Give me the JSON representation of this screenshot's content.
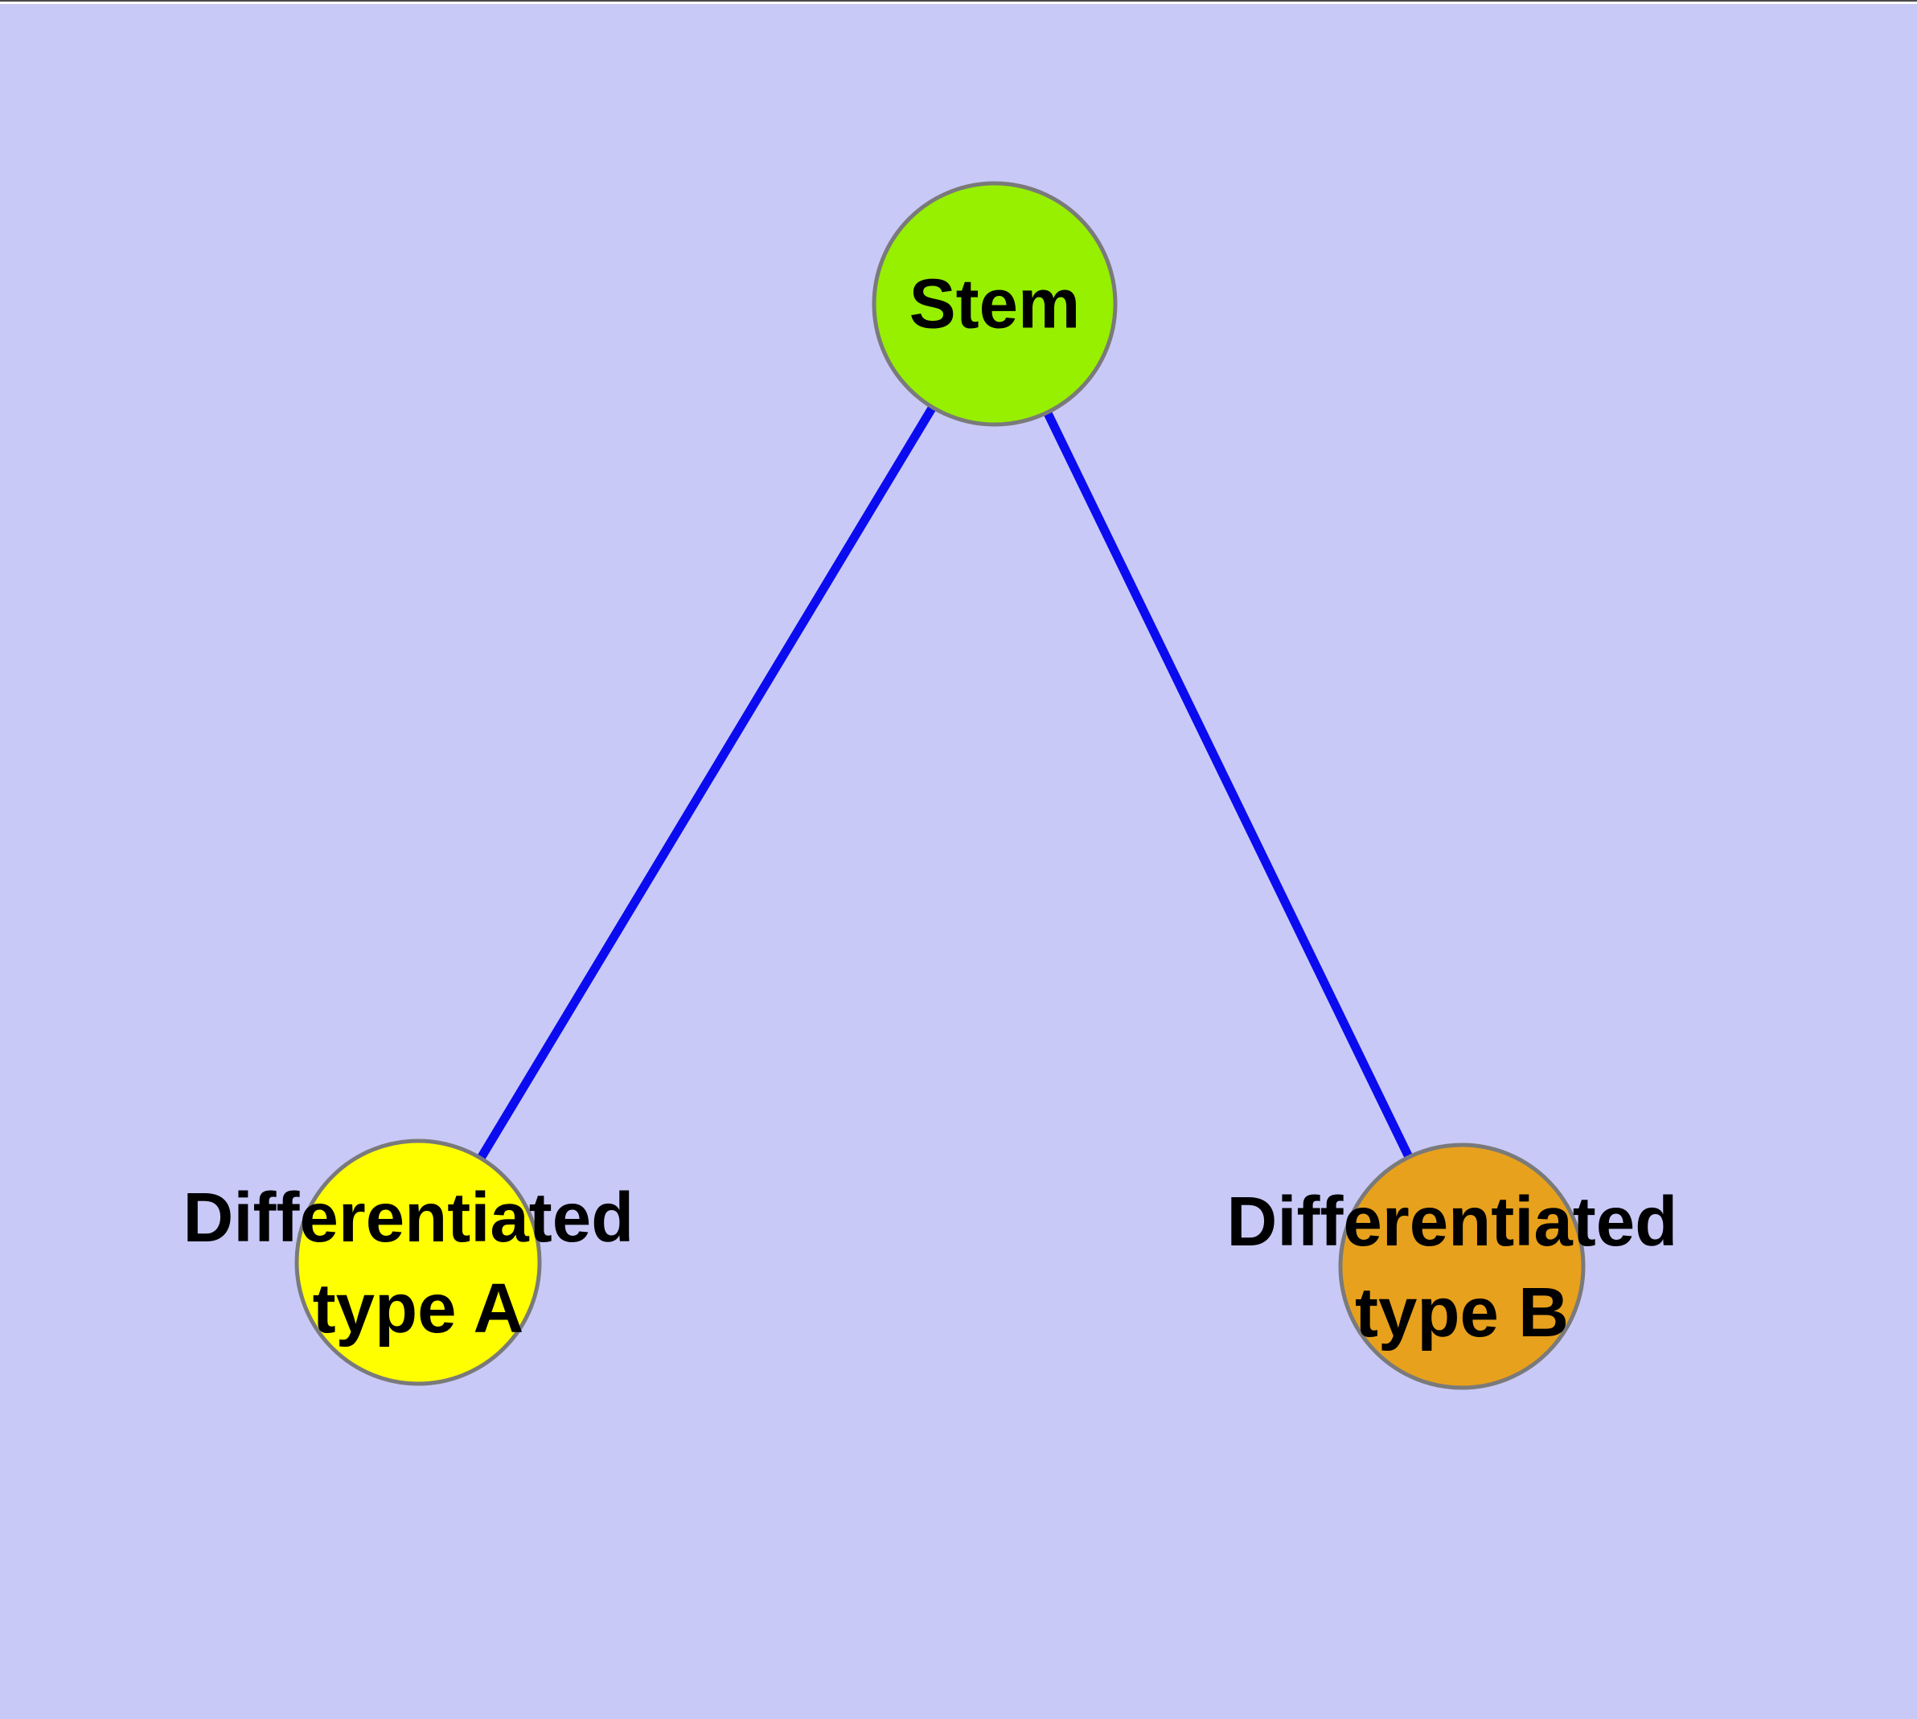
{
  "diagram": {
    "background_color": "#C9C9F8",
    "edge_color": "#0B0BF0",
    "node_border_color": "#7A7A7A",
    "label_color": "#000000",
    "nodes": [
      {
        "id": "stem",
        "label": "Stem",
        "line1": "Stem",
        "line2": "",
        "fill": "#96F000"
      },
      {
        "id": "type-a",
        "label": "Differentiated type A",
        "line1": "Differentiated",
        "line2": "type A",
        "fill": "#FFFF00"
      },
      {
        "id": "type-b",
        "label": "Differentiated type B",
        "line1": "Differentiated",
        "line2": "type B",
        "fill": "#E8A11C"
      }
    ],
    "edges": [
      {
        "from": "Stem",
        "to": "Differentiated type A"
      },
      {
        "from": "Stem",
        "to": "Differentiated type B"
      }
    ]
  }
}
